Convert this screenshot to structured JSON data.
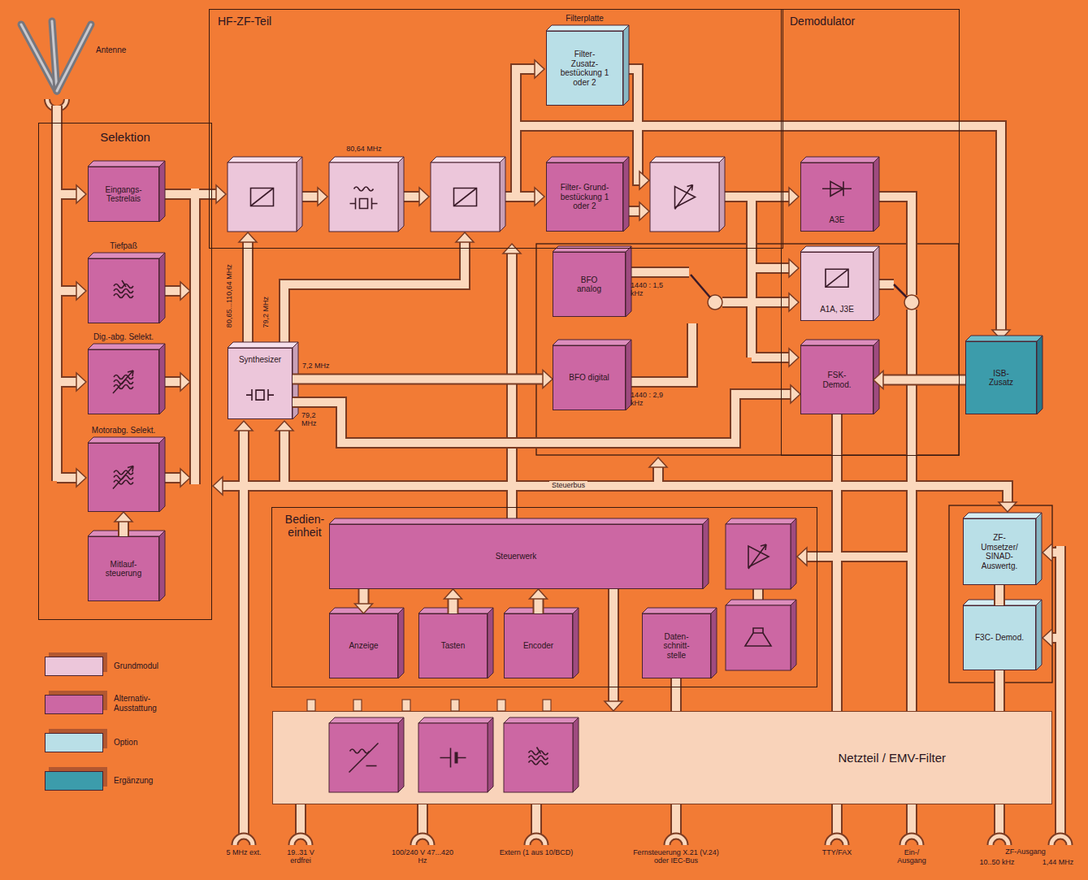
{
  "diagram": {
    "nodes": [
      {
        "text": [
          "Selektion"
        ]
      },
      {
        "text": [
          "Eingangs- Testrelais"
        ],
        "in": 0
      },
      {
        "text": [
          "Tiefpaß"
        ],
        "in": 0
      },
      {
        "text": [
          "Dig.-abg. Selekt."
        ],
        "in": 0
      },
      {
        "text": [
          "Motorabg. Selekt."
        ],
        "in": 0
      },
      {
        "text": [
          "Mitlauf- steuerung"
        ],
        "in": 0
      },
      {
        "text": [
          "HF-ZF-Teil"
        ]
      },
      {
        "text": [
          "Filterplatte",
          "Filter- Zusatz- bestückung 1 oder 2"
        ],
        "in": 6
      },
      {
        "text": [
          "Filter- Grund- bestückung 1 oder 2"
        ],
        "in": 6
      },
      {
        "text": [
          "Synthesizer"
        ]
      },
      {
        "text": [
          "Demodulator"
        ]
      },
      {
        "text": [
          "A3E"
        ],
        "in": 10
      },
      {
        "text": [
          "A1A, J3E"
        ],
        "in": 10
      },
      {
        "text": [
          "FSK- Demod."
        ],
        "in": 10
      },
      {
        "text": [
          "BFO analog"
        ]
      },
      {
        "text": [
          "BFO digital"
        ]
      },
      {
        "text": [
          "ISB- Zusatz"
        ]
      },
      {
        "text": [
          "ZF- Umsetzer/ SINAD- Auswertg."
        ]
      },
      {
        "text": [
          "F3C- Demod."
        ]
      },
      {
        "text": [
          "Bedien- einheit"
        ]
      },
      {
        "text": [
          "Steuerwerk"
        ],
        "in": 19
      },
      {
        "text": [
          "Anzeige"
        ],
        "in": 19
      },
      {
        "text": [
          "Tasten"
        ],
        "in": 19
      },
      {
        "text": [
          "Encoder"
        ],
        "in": 19
      },
      {
        "text": [
          "Daten- schnitt- stelle"
        ],
        "in": 19
      },
      {
        "text": [
          "Netzteil / EMV-Filter"
        ]
      }
    ],
    "edges": [
      {
        "from": 5,
        "to": 4,
        "arrow": "to"
      },
      {
        "from": 9,
        "to": 15,
        "label": "7,2 MHz",
        "arrow": "to"
      },
      {
        "from": 9,
        "to": 13,
        "arrow": "to"
      },
      {
        "from": 16,
        "to": 13,
        "arrow": "to"
      },
      {
        "from": 20,
        "to": 21,
        "arrow": "to"
      },
      {
        "from": 22,
        "to": 20,
        "arrow": "to"
      },
      {
        "from": 23,
        "to": 20,
        "arrow": "to"
      },
      {
        "from": 20,
        "to": 25,
        "arrow": "to"
      },
      {
        "from": 17,
        "to": 18,
        "arrow": "none"
      }
    ],
    "labels": [
      "Antenne",
      "80,64 MHz",
      "80,65...110,64 MHz",
      "79,2 MHz",
      "79,2 MHz",
      "1440 : 1,5 kHz",
      "1440 : 2,9 kHz",
      "Steuerbus",
      "5 MHz ext.",
      "19..31 V erdfrei",
      "100/240 V 47...420 Hz",
      "Extern (1 aus 10/BCD)",
      "Fernsteuerung X.21 (V.24) oder IEC-Bus",
      "TTY/FAX",
      "Ein-/ Ausgang",
      "ZF-Ausgang",
      "10..50 kHz",
      "1,44 MHz"
    ],
    "legend": [
      {
        "text": "Grundmodul",
        "color": "#ecc6da"
      },
      {
        "text": "Alternativ- Ausstattung",
        "color": "#cc67a3"
      },
      {
        "text": "Option",
        "color": "#b9dfe7"
      },
      {
        "text": "Ergänzung",
        "color": "#3c9cab"
      }
    ]
  }
}
